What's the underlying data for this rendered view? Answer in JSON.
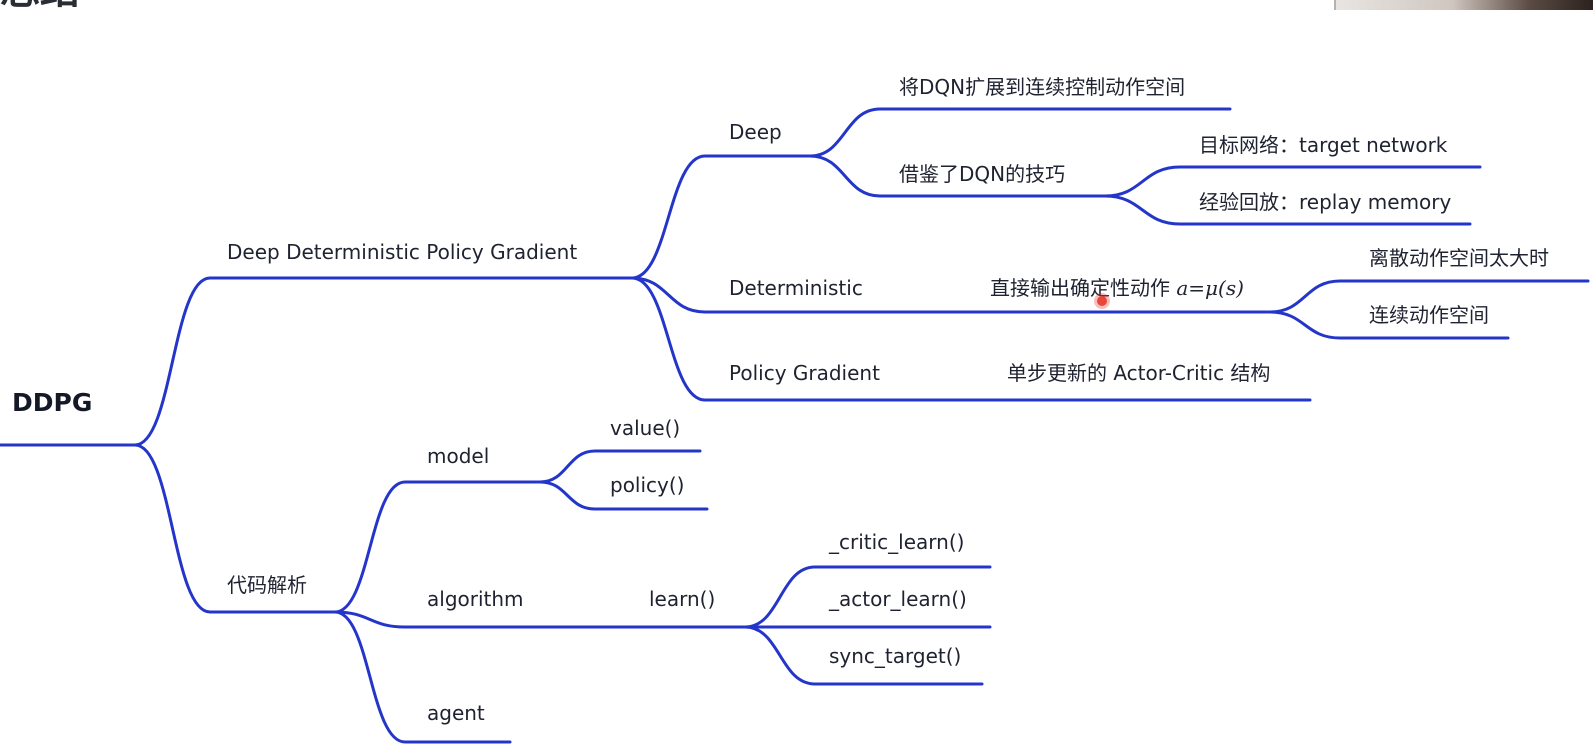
{
  "header": {
    "title_fragment": "总结"
  },
  "mindmap": {
    "line_color": "#2436c9",
    "root": "DDPG",
    "ddpg": "Deep Deterministic Policy Gradient",
    "deep": "Deep",
    "deep_c1": "将DQN扩展到连续控制动作空间",
    "deep_c2": "借鉴了DQN的技巧",
    "deep_c2_a": "目标网络：target network",
    "deep_c2_b": "经验回放：replay memory",
    "det": "Deterministic",
    "det_c1_text": "直接输出确定性动作",
    "det_c1_formula": "a=μ(s)",
    "det_c1_a": "离散动作空间太大时",
    "det_c1_b": "连续动作空间",
    "pg": "Policy Gradient",
    "pg_c1": "单步更新的 Actor-Critic 结构",
    "code": "代码解析",
    "model": "model",
    "value": "value()",
    "policy": "policy()",
    "algorithm": "algorithm",
    "learn": "learn()",
    "critic_learn": "_critic_learn()",
    "actor_learn": "_actor_learn()",
    "sync_target": "sync_target()",
    "agent": "agent"
  },
  "overlay": {
    "cursor_color": "#e8473a"
  }
}
